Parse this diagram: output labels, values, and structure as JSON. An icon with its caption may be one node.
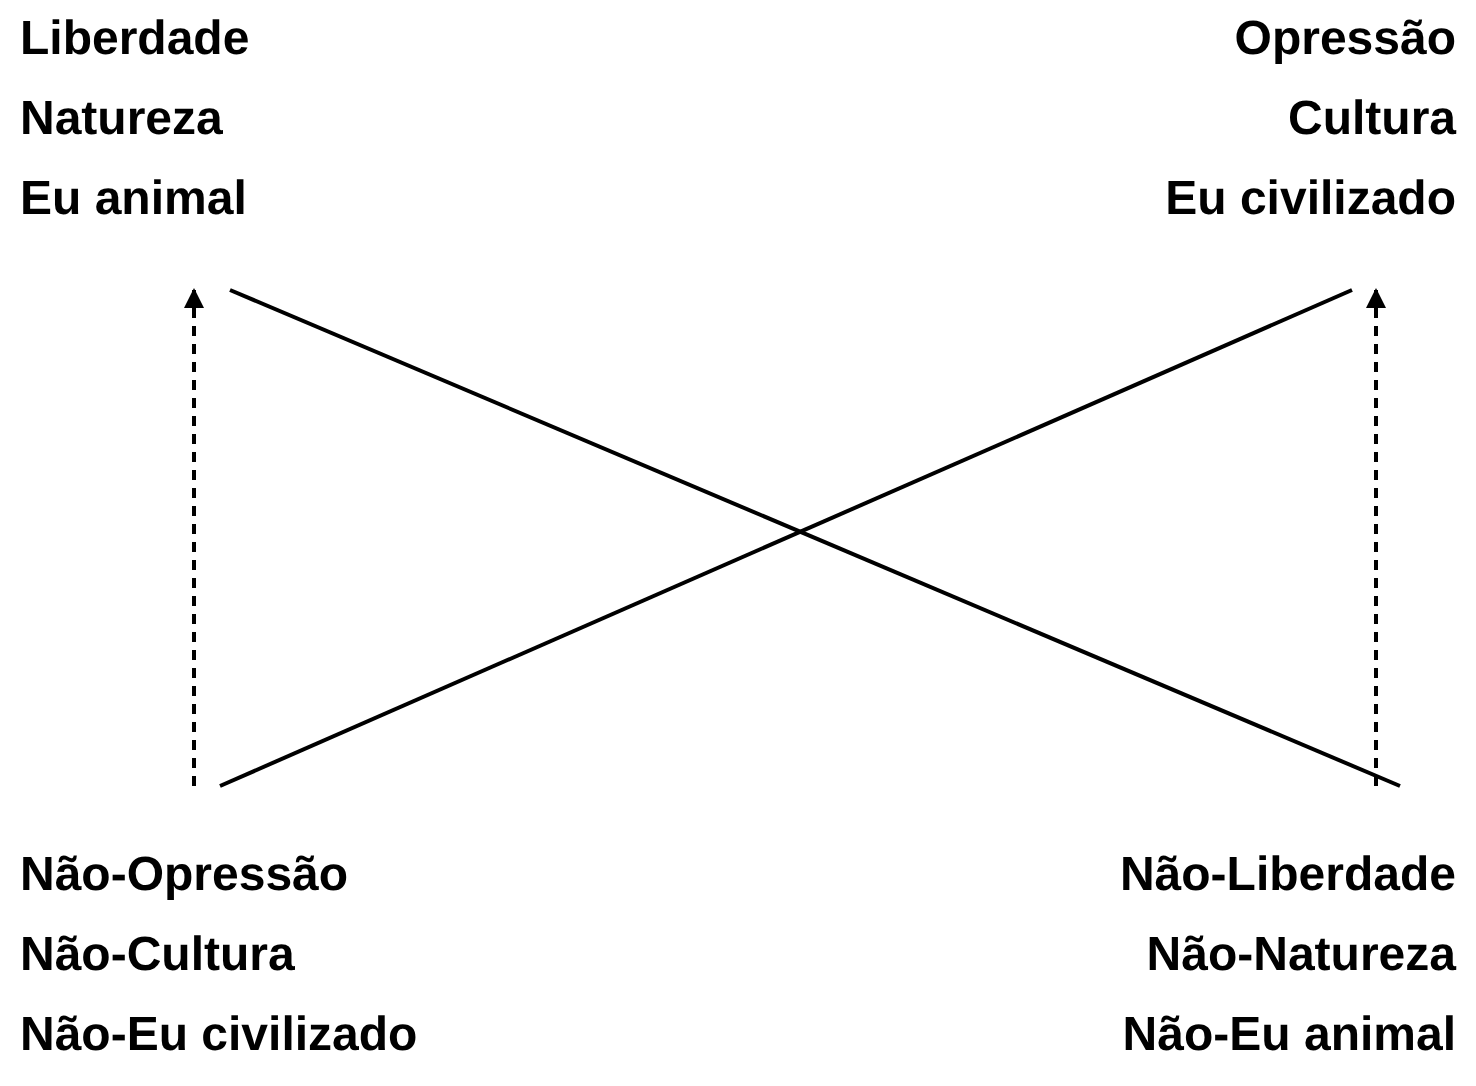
{
  "diagram": {
    "nodes": [
      {
        "text": [
          "Liberdade",
          "Natureza",
          "Eu animal"
        ]
      },
      {
        "text": [
          "Opressão",
          "Cultura",
          "Eu civilizado"
        ]
      },
      {
        "text": [
          "Não-Opressão",
          "Não-Cultura",
          "Não-Eu civilizado"
        ]
      },
      {
        "text": [
          "Não-Liberdade",
          "Não-Natureza",
          "Não-Eu animal"
        ]
      }
    ],
    "edges": [
      {
        "from": 0,
        "to": 3,
        "arrow": "none"
      },
      {
        "from": 2,
        "to": 1,
        "arrow": "none"
      },
      {
        "from": 2,
        "to": 0,
        "arrow": "to",
        "style": "dashed"
      },
      {
        "from": 3,
        "to": 1,
        "arrow": "to",
        "style": "dashed"
      }
    ]
  }
}
